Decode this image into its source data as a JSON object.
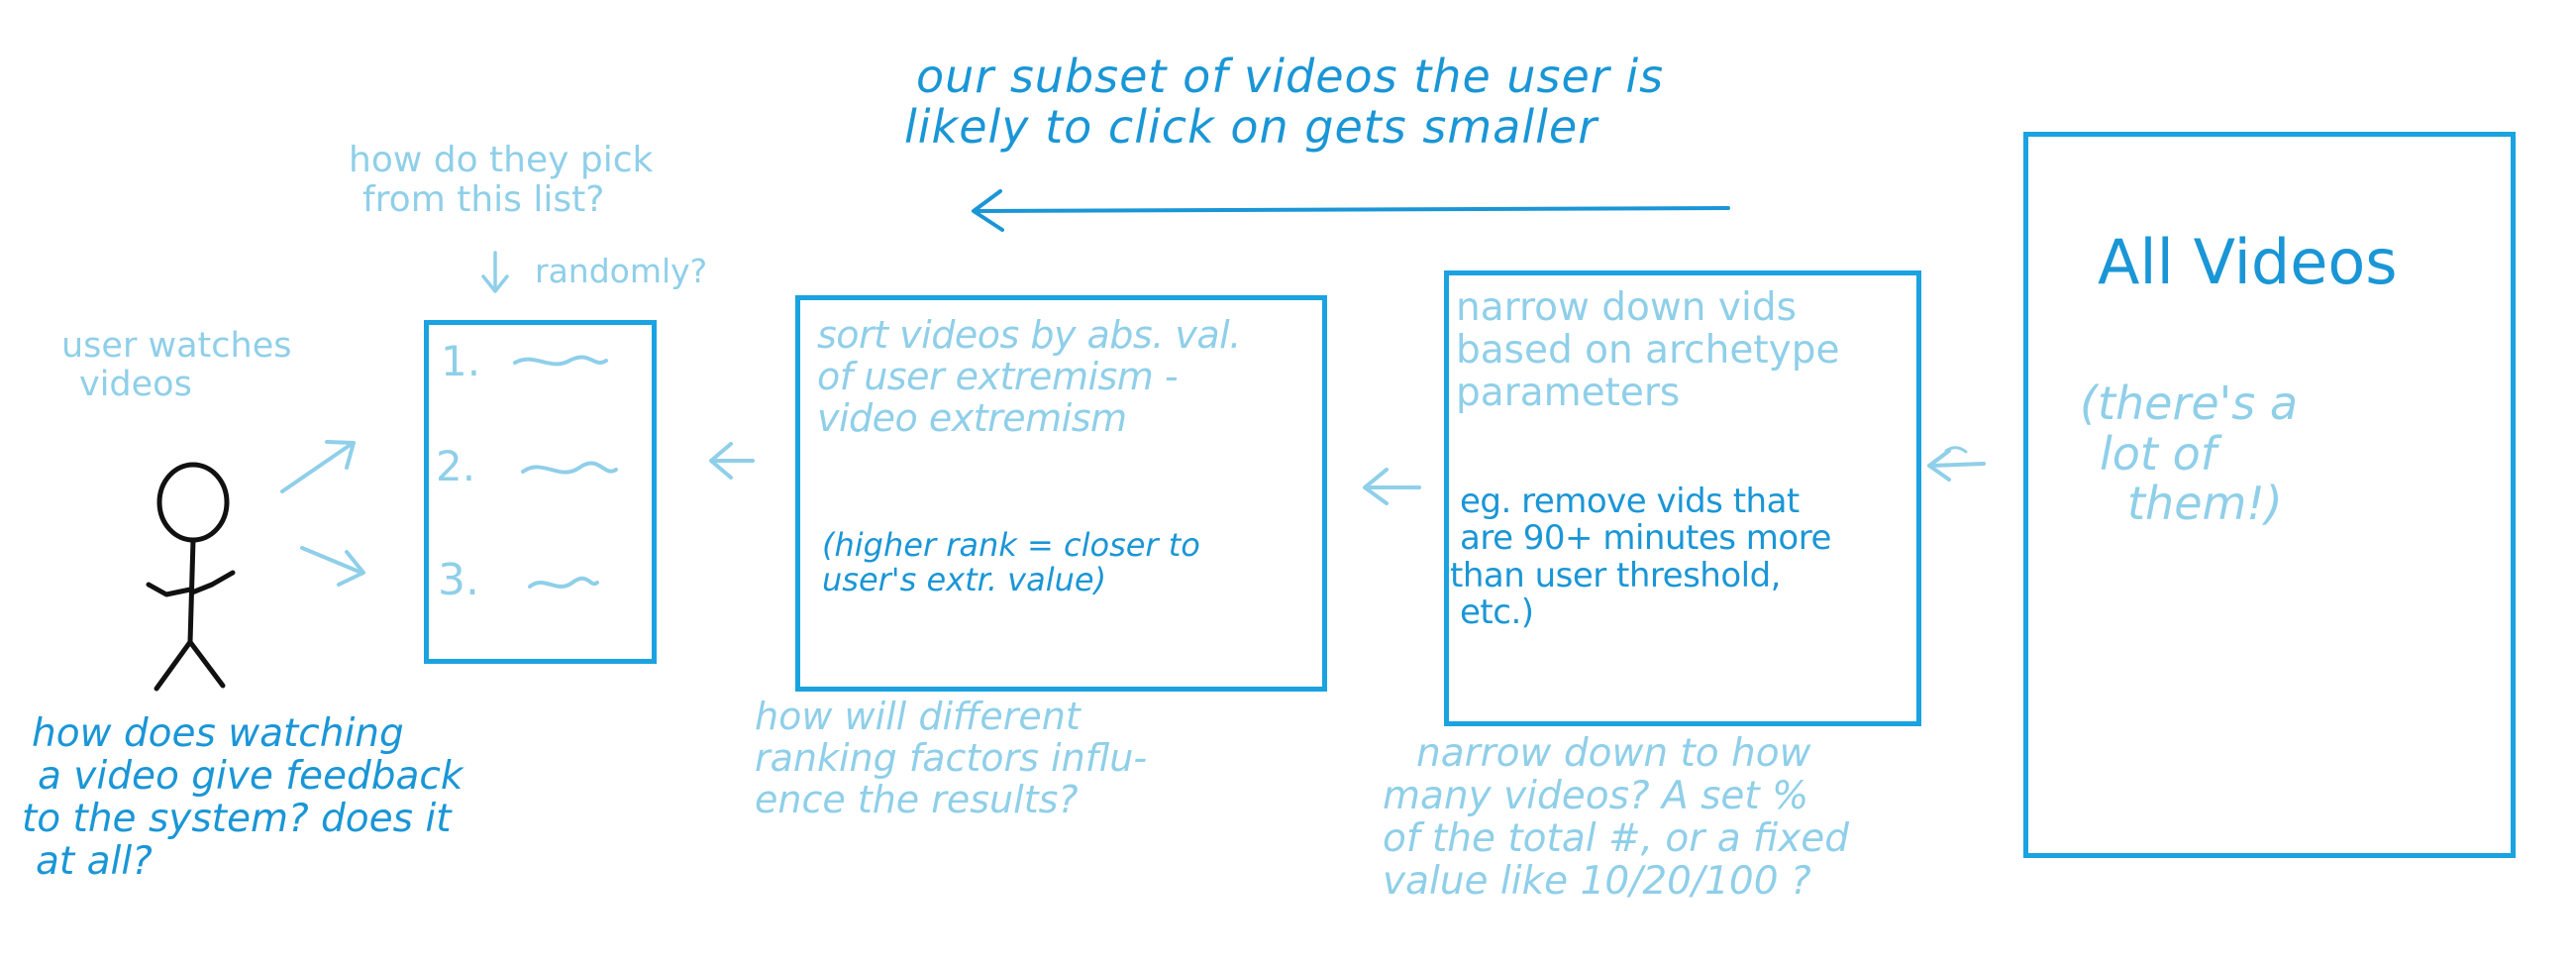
{
  "colors": {
    "dark_blue": "#1a96d6",
    "light_blue": "#8fcfe9",
    "box_border": "#1aa3e0",
    "figure": "#111111"
  },
  "top_note": [
    "our subset of videos the user is",
    "likely to click on gets smaller"
  ],
  "all_videos": {
    "title": "All Videos",
    "note": [
      "(there's a",
      "lot of",
      "them!)"
    ]
  },
  "narrow_box": {
    "heading": [
      "narrow down vids",
      "based on archetype",
      "parameters"
    ],
    "example": [
      "eg. remove vids that",
      "are 90+ minutes more",
      "than user threshold,",
      "etc.)"
    ]
  },
  "narrow_question": [
    "narrow down to how",
    "many videos? A set %",
    "of the total #, or a fixed",
    "value like 10/20/100 ?"
  ],
  "sort_box": {
    "heading": [
      "sort videos by abs. val.",
      "of user extremism -",
      "video extremism"
    ],
    "note": [
      "(higher rank = closer to",
      "user's extr. value)"
    ]
  },
  "sort_question": [
    "how will different",
    "ranking factors influ-",
    "ence the results?"
  ],
  "list_box": {
    "items": [
      "1.",
      "2.",
      "3."
    ]
  },
  "pick_question": [
    "how do they pick",
    "from this list?"
  ],
  "randomly": "randomly?",
  "user_label": [
    "user watches",
    "videos"
  ],
  "feedback_question": [
    "how does watching",
    "a video give feedback",
    "to the system? does it",
    "at all?"
  ],
  "icons": [
    "arrow-left-icon",
    "arrow-right-icon",
    "arrow-down-icon",
    "stick-figure-icon",
    "squiggle-icon"
  ]
}
